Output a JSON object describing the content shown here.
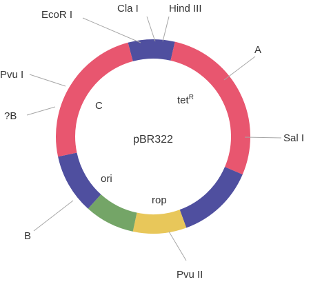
{
  "diagram": {
    "center_label": "pBR322",
    "ring_segments": [
      {
        "name": "blue-top",
        "color": "#4f4f9f",
        "start_deg": 345,
        "end_deg": 13
      },
      {
        "name": "red-right",
        "color": "#e8566f",
        "start_deg": 13,
        "end_deg": 113
      },
      {
        "name": "blue-lower-right",
        "color": "#4f4f9f",
        "start_deg": 113,
        "end_deg": 160
      },
      {
        "name": "yellow",
        "color": "#e8c75a",
        "start_deg": 160,
        "end_deg": 192
      },
      {
        "name": "green",
        "color": "#74a567",
        "start_deg": 192,
        "end_deg": 222
      },
      {
        "name": "blue-lower-left",
        "color": "#4f4f9f",
        "start_deg": 222,
        "end_deg": 258
      },
      {
        "name": "red-left",
        "color": "#e8566f",
        "start_deg": 258,
        "end_deg": 345
      }
    ],
    "site_labels": {
      "ecori": "EcoR I",
      "clai": "Cla  I",
      "hindiii": "Hind III",
      "a": "A",
      "pvui": "Pvu I",
      "qb": "?B",
      "sali": "Sal I",
      "b": "B",
      "pvuii": "Pvu II"
    },
    "inner_labels": {
      "c": "C",
      "tet": "tet",
      "tet_sup": "R",
      "ori": "ori",
      "rop": "rop"
    },
    "colors": {
      "text": "#333333",
      "leader": "#a6a6a6"
    }
  }
}
